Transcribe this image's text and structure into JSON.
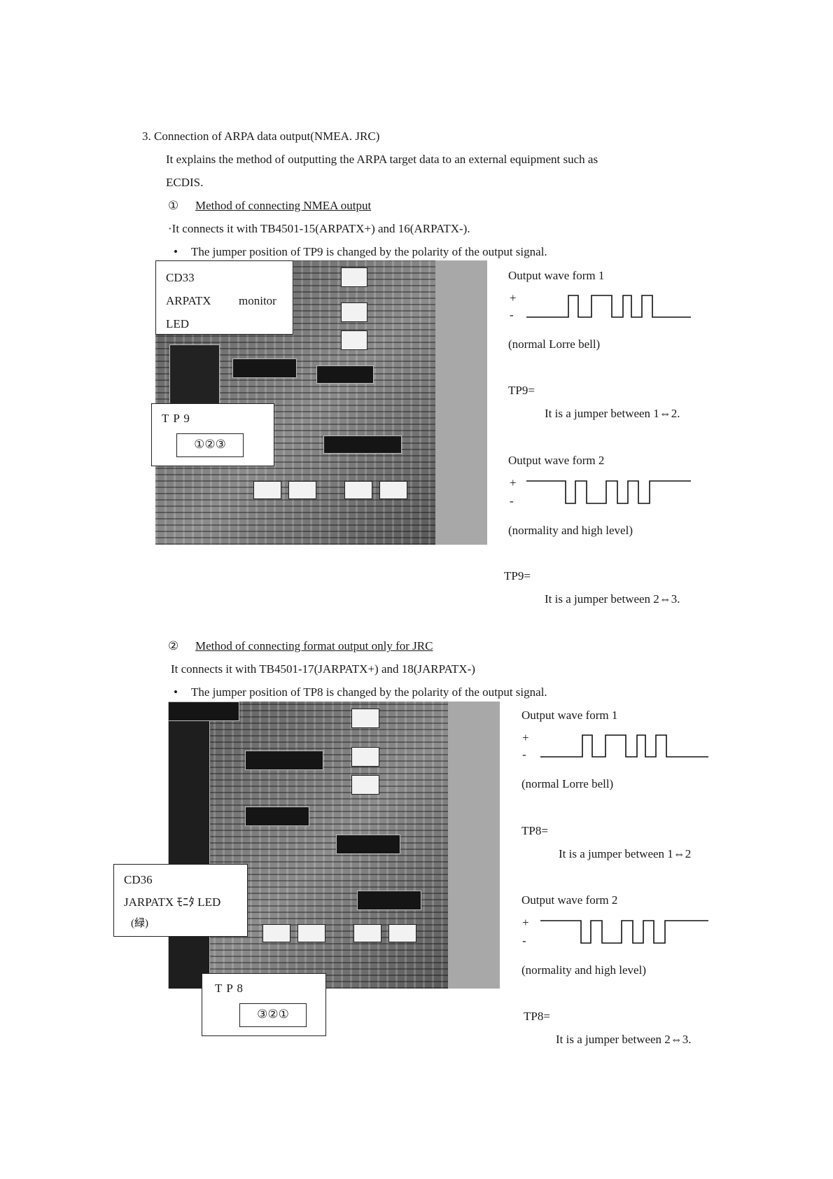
{
  "section": {
    "heading": "3. Connection of ARPA data output(NMEA. JRC)",
    "intro_line1": "It explains the method of outputting the ARPA target data to an external equipment such as",
    "intro_line2": "ECDIS."
  },
  "part1": {
    "number": "①",
    "title": "Method of connecting NMEA output",
    "line1": "·It connects it with TB4501-15(ARPATX+) and 16(ARPATX-).",
    "line2_bullet": "•",
    "line2": "The jumper position of TP9 is changed by the polarity of the output signal.",
    "callout_cd_line1": "CD33",
    "callout_cd_line2a": "ARPATX",
    "callout_cd_line2b": "monitor",
    "callout_cd_line3": "LED",
    "callout_tp_title": "T P 9",
    "callout_tp_pins": "①②③",
    "wave1_title": "Output wave form 1",
    "wave1_plus": "+",
    "wave1_minus": "-",
    "wave1_caption": "(normal Lorre bell)",
    "tp_a": "TP9=",
    "tp_a_note": "It is a jumper between 1⇔2.",
    "wave2_title": "Output wave form 2",
    "wave2_plus": "+",
    "wave2_minus": "-",
    "wave2_caption": "(normality and high level)",
    "tp_b": "TP9=",
    "tp_b_note": "It is a jumper between 2⇔3."
  },
  "part2": {
    "number": "②",
    "title": "Method of connecting format output only for JRC",
    "line1": "It connects it with TB4501-17(JARPATX+) and 18(JARPATX-)",
    "line2_bullet": "•",
    "line2": "The jumper position of TP8 is changed by the polarity of the output signal.",
    "callout_cd_line1": "CD36",
    "callout_cd_line2": "JARPATX ﾓﾆﾀ LED",
    "callout_cd_line3": "(緑)",
    "callout_tp_title": "T P 8",
    "callout_tp_pins": "③②①",
    "wave1_title": "Output wave form 1",
    "wave1_plus": "+",
    "wave1_minus": "-",
    "wave1_caption": "(normal Lorre bell)",
    "tp_a": "TP8=",
    "tp_a_note": "It is a jumper between 1⇔2",
    "wave2_title": "Output wave form 2",
    "wave2_plus": "+",
    "wave2_minus": "-",
    "wave2_caption": "(normality and high level)",
    "tp_b": "TP8=",
    "tp_b_note": "It is a jumper between 2⇔3."
  }
}
